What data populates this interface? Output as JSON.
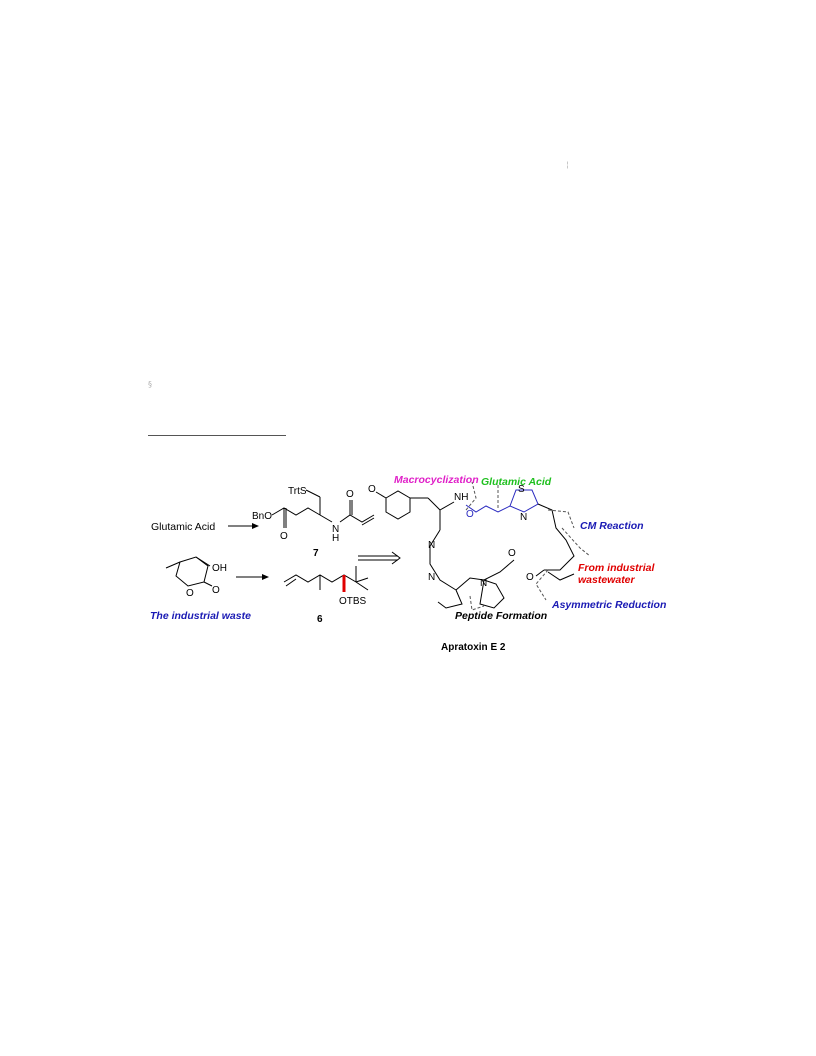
{
  "page": {
    "mark_top": "¦",
    "mark_left": "§"
  },
  "scheme": {
    "start_material": "Glutamic Acid",
    "waste_label": "The industrial waste",
    "compound7": {
      "number": "7",
      "atoms": {
        "trts": "TrtS",
        "bno": "BnO",
        "o1": "O",
        "o2": "O",
        "n": "N",
        "h": "H"
      }
    },
    "compound6": {
      "number": "6",
      "atoms": {
        "otbs": "OTBS"
      }
    },
    "lactone": {
      "atoms": {
        "oh": "OH",
        "o_ring": "O",
        "o_carbonyl": "O"
      }
    },
    "product": {
      "name": "Apratoxin E 2",
      "atoms": {
        "s": "S",
        "n_thiazoline": "N",
        "nh": "NH",
        "o_methoxy": "O"
      }
    },
    "annotations": {
      "macrocyclization": "Macrocyclization",
      "glutamic_acid": "Glutamic Acid",
      "cm_reaction": "CM Reaction",
      "industrial_line1": "From industrial",
      "industrial_line2": "wastewater",
      "peptide_formation": "Peptide Formation",
      "asymmetric_reduction": "Asymmetric Reduction"
    },
    "colors": {
      "magenta": "#e020c8",
      "green": "#20c020",
      "blue": "#1a1ab4",
      "red": "#e00000",
      "bond_blue": "#2a2ac0",
      "stereo_red": "#e00000"
    }
  }
}
